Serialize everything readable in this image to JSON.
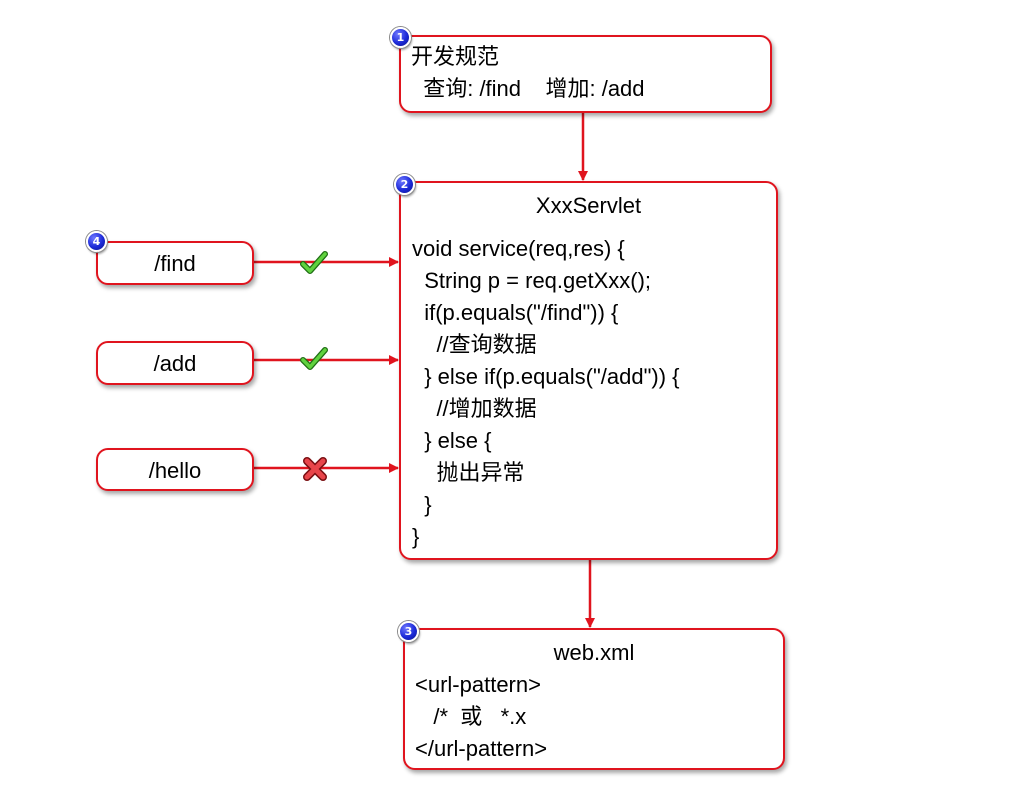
{
  "boxes": {
    "spec": {
      "badge": "1",
      "lines": [
        "开发规范",
        "  查询: /find    增加: /add"
      ]
    },
    "servlet": {
      "badge": "2",
      "title": "XxxServlet",
      "lines": [
        "void service(req,res) {",
        "  String p = req.getXxx();",
        "  if(p.equals(\"/find\")) {",
        "    //查询数据",
        "  } else if(p.equals(\"/add\")) {",
        "    //增加数据",
        "  } else {",
        "    抛出异常",
        "  }",
        "}"
      ]
    },
    "webxml": {
      "badge": "3",
      "title": "web.xml",
      "lines": [
        "<url-pattern>",
        "   /*  或   *.x",
        "</url-pattern>"
      ]
    }
  },
  "requests": [
    {
      "label": "/find",
      "badge": "4",
      "result": "accepted"
    },
    {
      "label": "/add",
      "badge": "",
      "result": "accepted"
    },
    {
      "label": "/hello",
      "badge": "",
      "result": "rejected"
    }
  ],
  "colors": {
    "border": "#e0141e",
    "arrow": "#e0141e",
    "badge": "#1c2ad8",
    "check": "#3fae2a",
    "cross": "#d8252b"
  },
  "icons": {
    "accepted": "check-icon",
    "rejected": "cross-icon"
  }
}
